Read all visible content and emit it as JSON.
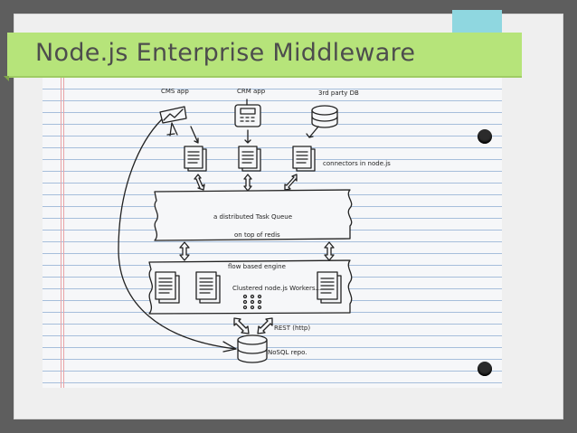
{
  "slide": {
    "title": "Node.js Enterprise Middleware"
  },
  "diagram": {
    "cms_label": "CMS app",
    "crm_label": "CRM app",
    "db3_label": "3rd party DB",
    "connectors_label": "connectors in node.js",
    "queue_label": "a distributed Task Queue",
    "redis_label": "on top of redis",
    "flow_label": "flow based engine",
    "workers_label": "Clustered node.js Workers...",
    "rest_label": "REST (http)",
    "nosql_label": "NoSQL repo."
  },
  "colors": {
    "background": "#5e5e5e",
    "slide": "#efefef",
    "title_bar": "#b6e47a",
    "tab": "#8fd7e0",
    "paper_rule": "#a6bedb",
    "margin_rule": "#e9a3a6"
  }
}
